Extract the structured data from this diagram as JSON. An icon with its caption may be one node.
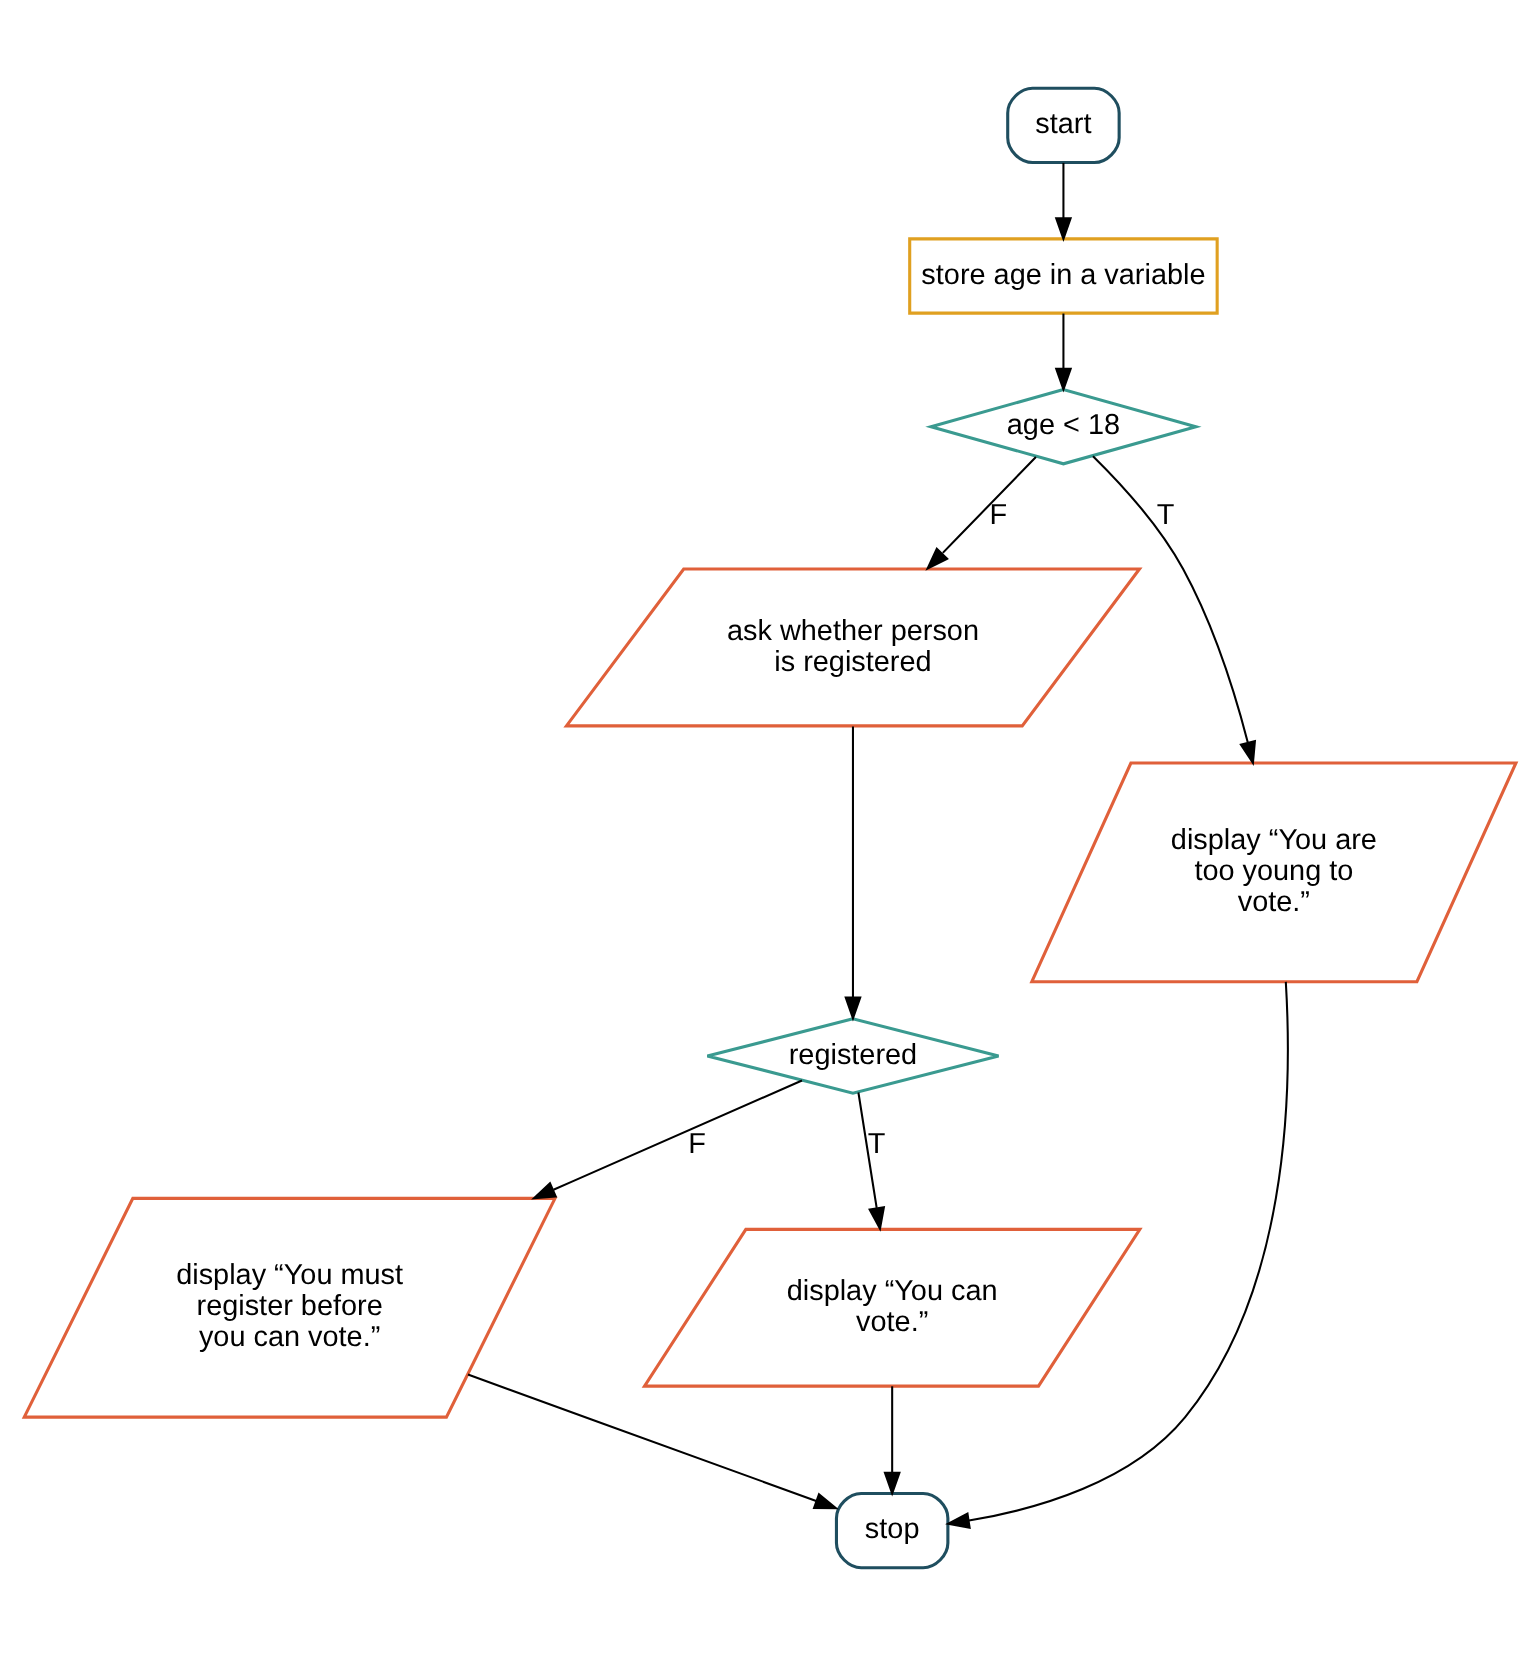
{
  "diagram": {
    "nodes": [
      {
        "text": [
          "start"
        ]
      },
      {
        "text": [
          "store age in a variable"
        ]
      },
      {
        "text": [
          "age < 18"
        ]
      },
      {
        "text": [
          "ask whether person is registered"
        ]
      },
      {
        "text": [
          "display “You are too young to vote.”"
        ]
      },
      {
        "text": [
          "registered"
        ]
      },
      {
        "text": [
          "display “You must register before you can vote.”"
        ]
      },
      {
        "text": [
          "display “You can vote.”"
        ]
      },
      {
        "text": [
          "stop"
        ]
      }
    ],
    "edges": [
      {
        "from": 0,
        "to": 1,
        "arrow": "to"
      },
      {
        "from": 1,
        "to": 2,
        "arrow": "to"
      },
      {
        "from": 2,
        "to": 3,
        "arrow": "to",
        "label": "F"
      },
      {
        "from": 2,
        "to": 4,
        "arrow": "to",
        "label": "T"
      },
      {
        "from": 3,
        "to": 5,
        "arrow": "to"
      },
      {
        "from": 5,
        "to": 6,
        "arrow": "to",
        "label": "F"
      },
      {
        "from": 5,
        "to": 7,
        "arrow": "to",
        "label": "T"
      },
      {
        "from": 6,
        "to": 8,
        "arrow": "to"
      },
      {
        "from": 7,
        "to": 8,
        "arrow": "to"
      },
      {
        "from": 4,
        "to": 8,
        "arrow": "to"
      }
    ]
  }
}
